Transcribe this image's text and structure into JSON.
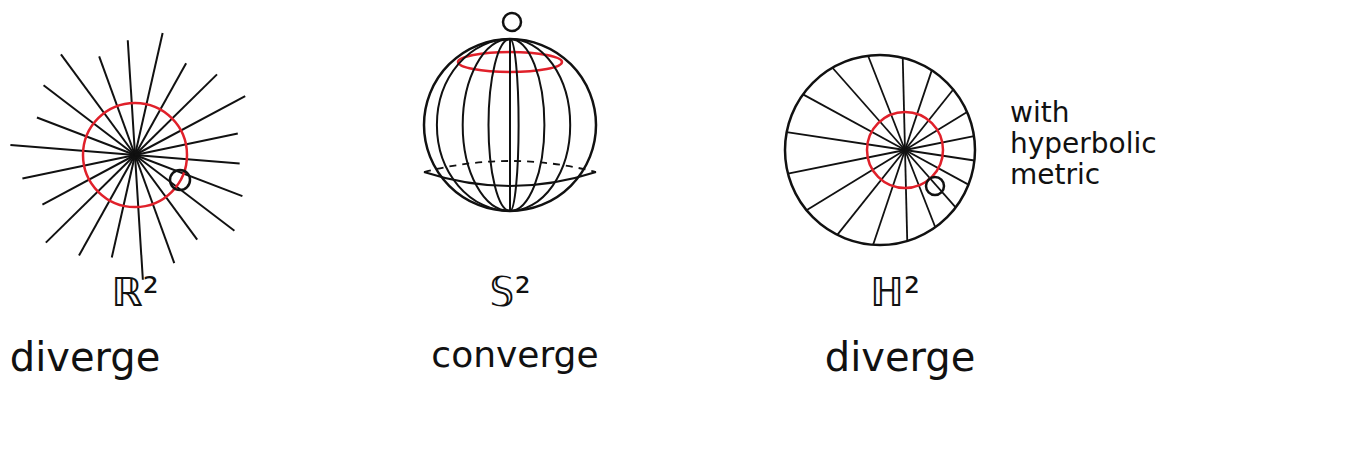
{
  "diagram": {
    "labels": [
      "with hyperbolic metric",
      "ℝ²",
      "𝕊²",
      "ℍ²",
      "diverge",
      "converge",
      "diverge"
    ]
  }
}
